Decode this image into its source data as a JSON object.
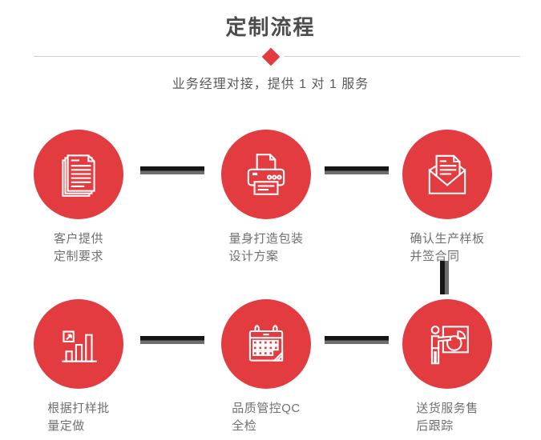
{
  "page": {
    "title": "定制流程",
    "subtitle": "业务经理对接，提供 1 对 1 服务"
  },
  "colors": {
    "accent_red": "#e23c41",
    "title_gray": "#4c4c4c",
    "subtitle_gray": "#595959",
    "label_gray": "#707070",
    "connector_black": "#161616",
    "connector_gray": "#6e6e6e",
    "divider_gray": "#cfcfcf",
    "icon_white": "#ffffff"
  },
  "steps": [
    {
      "icon": "documents-icon",
      "label_lines": [
        "客户提供",
        "定制要求"
      ]
    },
    {
      "icon": "printer-icon",
      "label_lines": [
        "量身打造包装",
        "设计方案"
      ]
    },
    {
      "icon": "envelope-icon",
      "label_lines": [
        "确认生产样板",
        "并签合同"
      ]
    },
    {
      "icon": "bar-chart-icon",
      "label_lines": [
        "根据打样批",
        "量定做"
      ]
    },
    {
      "icon": "calendar-icon",
      "label_lines": [
        "品质管控QC",
        "全检"
      ]
    },
    {
      "icon": "presenter-icon",
      "label_lines": [
        "送货服务售",
        "后跟踪"
      ]
    }
  ]
}
